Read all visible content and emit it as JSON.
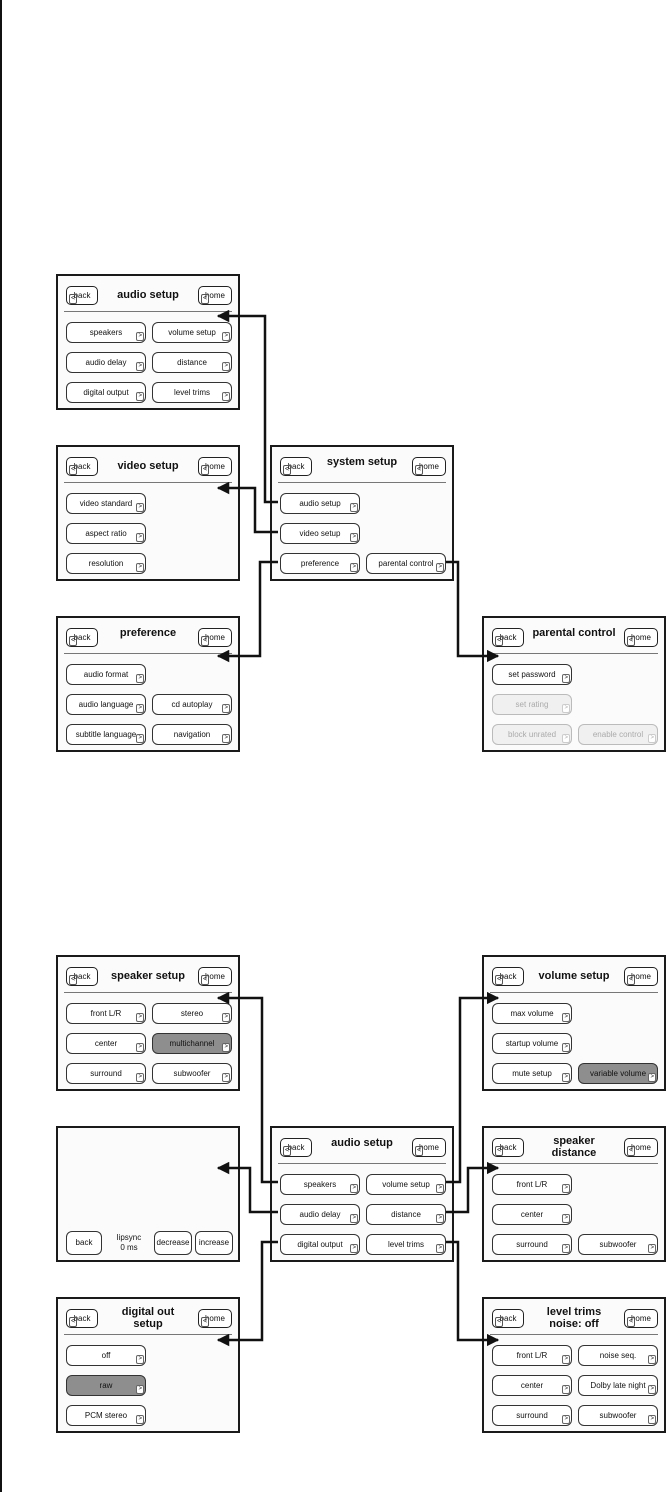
{
  "d1": {
    "audio_setup": {
      "title": "audio setup",
      "back": "back",
      "home": "home",
      "items": [
        "speakers",
        "volume setup",
        "audio delay",
        "distance",
        "digital output",
        "level trims"
      ]
    },
    "video_setup": {
      "title": "video setup",
      "back": "back",
      "home": "home",
      "items": [
        "video standard",
        "aspect ratio",
        "resolution"
      ]
    },
    "preference": {
      "title": "preference",
      "back": "back",
      "home": "home",
      "items": [
        "audio format",
        "audio language",
        "cd autoplay",
        "subtitle language",
        "navigation"
      ]
    },
    "system_setup": {
      "title": "system setup",
      "back": "back",
      "home": "home",
      "items": [
        "audio setup",
        "video setup",
        "preference",
        "parental control"
      ]
    },
    "parental_control": {
      "title": "parental control",
      "back": "back",
      "home": "home",
      "items": [
        "set password",
        "set rating",
        "block unrated",
        "enable control"
      ]
    }
  },
  "d2": {
    "speaker_setup": {
      "title": "speaker setup",
      "back": "back",
      "home": "home",
      "items": [
        "front L/R",
        "stereo",
        "center",
        "multichannel",
        "surround",
        "subwoofer"
      ]
    },
    "volume_setup": {
      "title": "volume setup",
      "back": "back",
      "home": "home",
      "items": [
        "max volume",
        "startup volume",
        "mute setup",
        "variable volume"
      ]
    },
    "audio_setup": {
      "title": "audio setup",
      "back": "back",
      "home": "home",
      "items": [
        "speakers",
        "volume setup",
        "audio delay",
        "distance",
        "digital output",
        "level trims"
      ]
    },
    "audio_delay": {
      "back": "back",
      "lipsync": "lipsync",
      "lipsync_value": "0 ms",
      "decrease": "decrease",
      "increase": "increase"
    },
    "speaker_distance": {
      "title": "speaker\ndistance",
      "back": "back",
      "home": "home",
      "items": [
        "front L/R",
        "center",
        "surround",
        "subwoofer"
      ]
    },
    "digital_out": {
      "title": "digital out\nsetup",
      "back": "back",
      "home": "home",
      "items": [
        "off",
        "raw",
        "PCM stereo"
      ]
    },
    "level_trims": {
      "title": "level trims\nnoise: off",
      "back": "back",
      "home": "home",
      "items": [
        "front L/R",
        "noise seq.",
        "center",
        "Dolby late night",
        "surround",
        "subwoofer"
      ]
    }
  }
}
